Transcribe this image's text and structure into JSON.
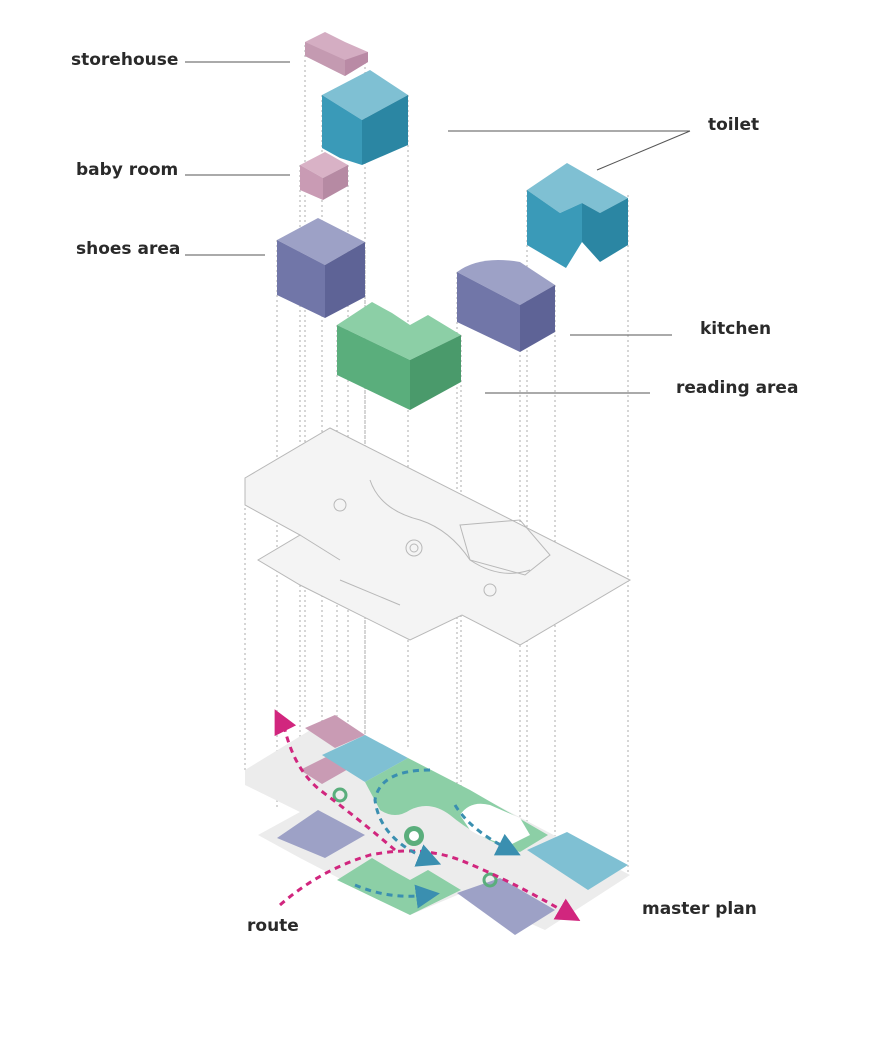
{
  "labels": {
    "storehouse": "storehouse",
    "baby_room": "baby room",
    "shoes_area": "shoes area",
    "toilet": "toilet",
    "kitchen": "kitchen",
    "reading_area": "reading area",
    "master_plan": "master plan",
    "route": "route"
  },
  "colors": {
    "storehouse": "#c99bb4",
    "toilet": "#3a9ab8",
    "baby_room": "#c99bb4",
    "shoes_area": "#7176a8",
    "kitchen": "#7176a8",
    "reading_area": "#5aae7c",
    "route": "#d1267e",
    "inner_route": "#3a8fb0",
    "leader_line": "#555555",
    "outline": "#bbbbbb"
  }
}
